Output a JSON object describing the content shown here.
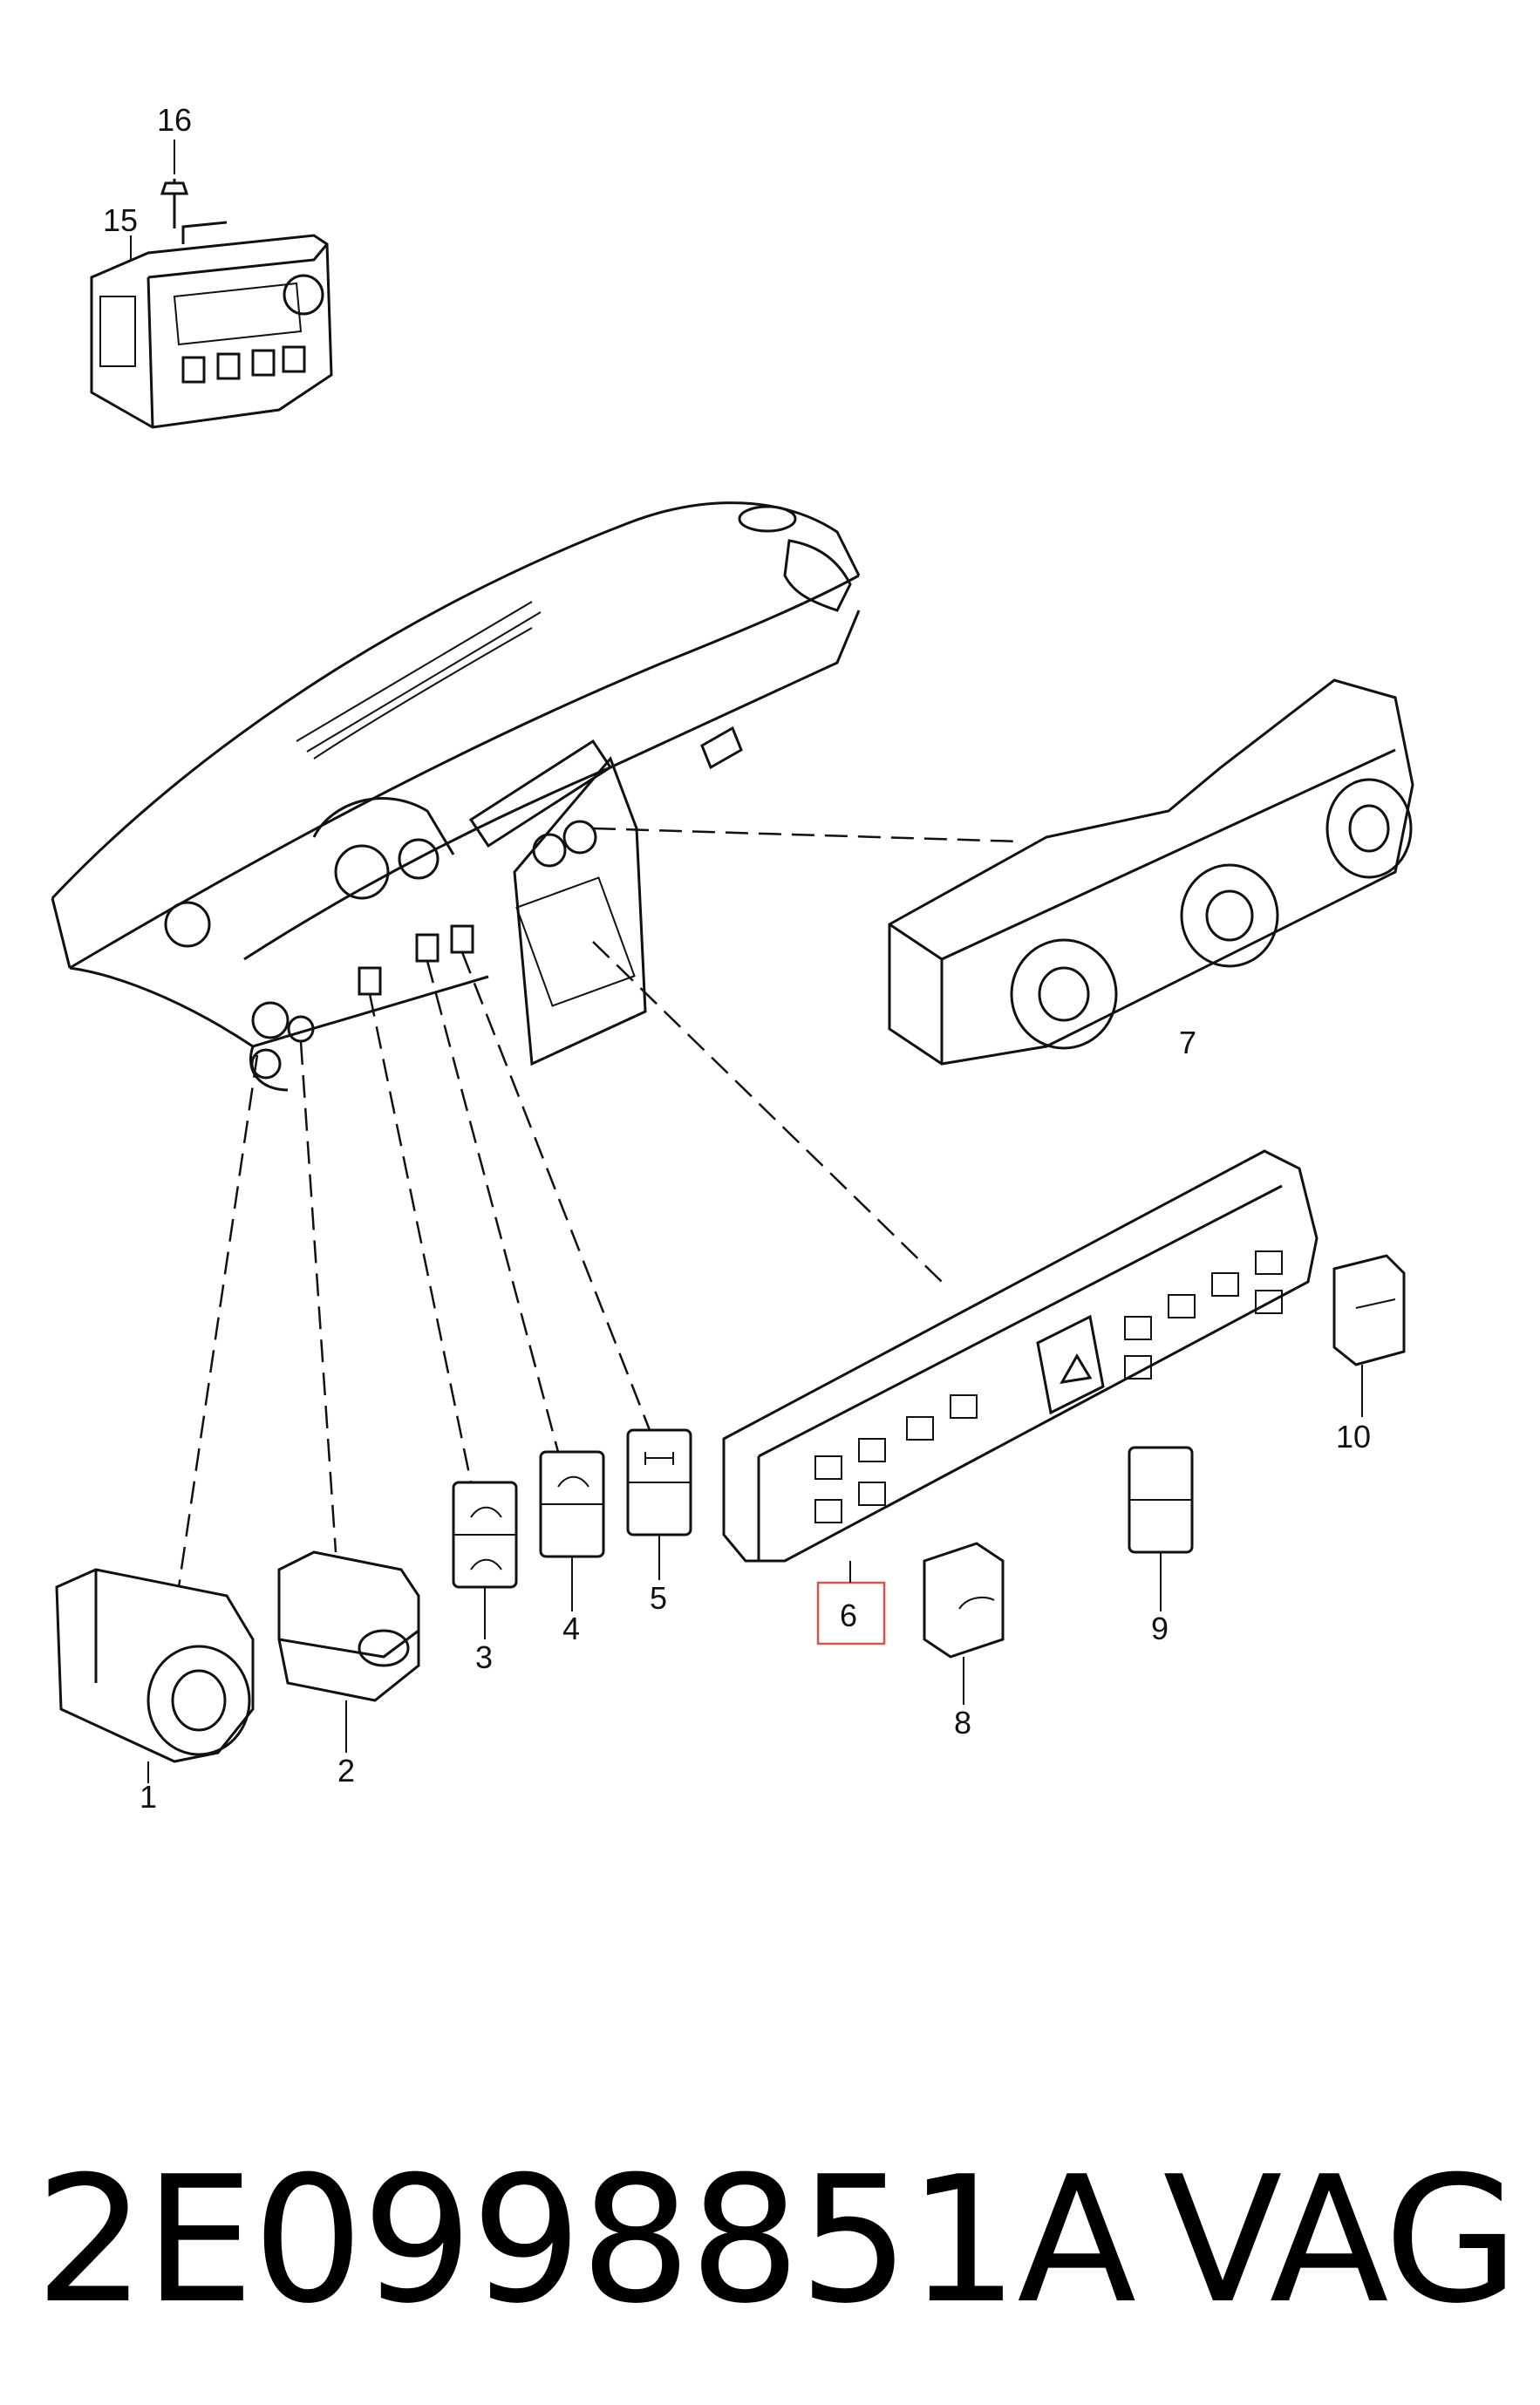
{
  "diagram": {
    "callouts": [
      "1",
      "2",
      "3",
      "4",
      "5",
      "6",
      "7",
      "8",
      "9",
      "10",
      "15",
      "16"
    ],
    "highlighted_callout": "6",
    "highlight_color": "#d9534f"
  },
  "footer": {
    "part_number": "2E0998851A",
    "brand": "VAG"
  }
}
